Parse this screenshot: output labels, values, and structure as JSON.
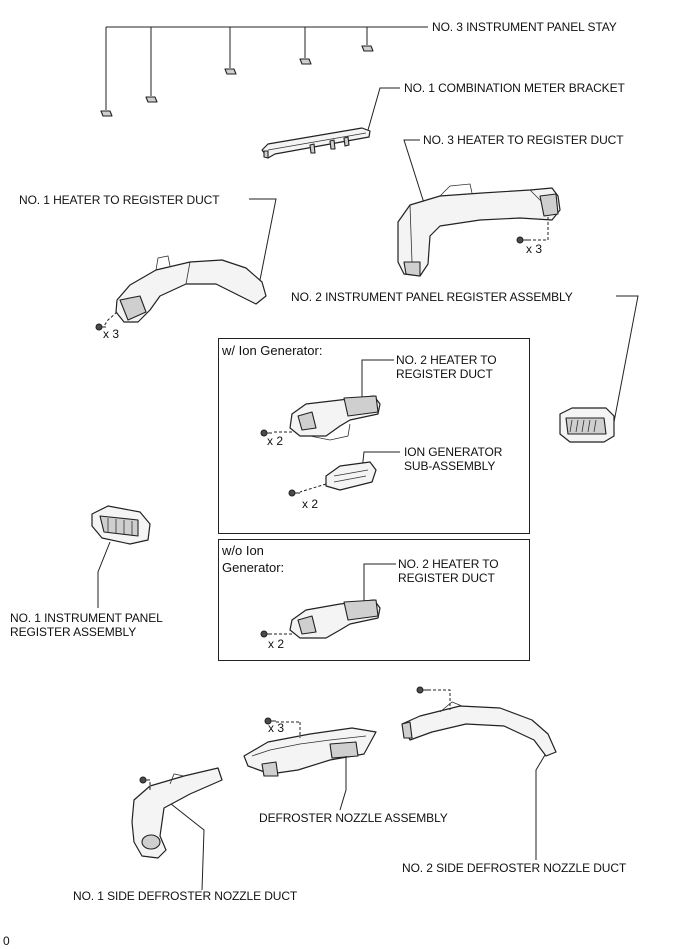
{
  "labels": {
    "panel_stay": "NO. 3 INSTRUMENT PANEL STAY",
    "meter_bracket": "NO. 1 COMBINATION METER BRACKET",
    "heater_duct_3": "NO. 3 HEATER TO  REGISTER DUCT",
    "heater_duct_1": "NO. 1 HEATER TO  REGISTER DUCT",
    "register_2": "NO. 2 INSTRUMENT PANEL REGISTER ASSEMBLY",
    "register_1_line1": "NO. 1 INSTRUMENT PANEL",
    "register_1_line2": "REGISTER ASSEMBLY",
    "defroster_nozzle": "DEFROSTER NOZZLE ASSEMBLY",
    "side_defroster_1": "NO. 1 SIDE DEFROSTER NOZZLE  DUCT",
    "side_defroster_2": "NO. 2 SIDE DEFROSTER NOZZLE  DUCT"
  },
  "box_ion": {
    "title": "w/ Ion  Generator:",
    "heater_duct_2_line1": "NO. 2 HEATER TO",
    "heater_duct_2_line2": "REGISTER DUCT",
    "ion_gen_line1": "ION GENERATOR",
    "ion_gen_line2": "SUB-ASSEMBLY"
  },
  "box_no_ion": {
    "title_line1": "w/o Ion",
    "title_line2": "Generator:",
    "heater_duct_2_line1": "NO. 2 HEATER TO",
    "heater_duct_2_line2": "REGISTER DUCT"
  },
  "counts": {
    "heater_duct_3_screws": "x 3",
    "heater_duct_1_screws": "x 3",
    "ion_duct_screws": "x 2",
    "ion_gen_screws": "x 2",
    "no_ion_duct_screws": "x 2",
    "defroster_screws": "x 3"
  },
  "footer": {
    "id": "0"
  }
}
